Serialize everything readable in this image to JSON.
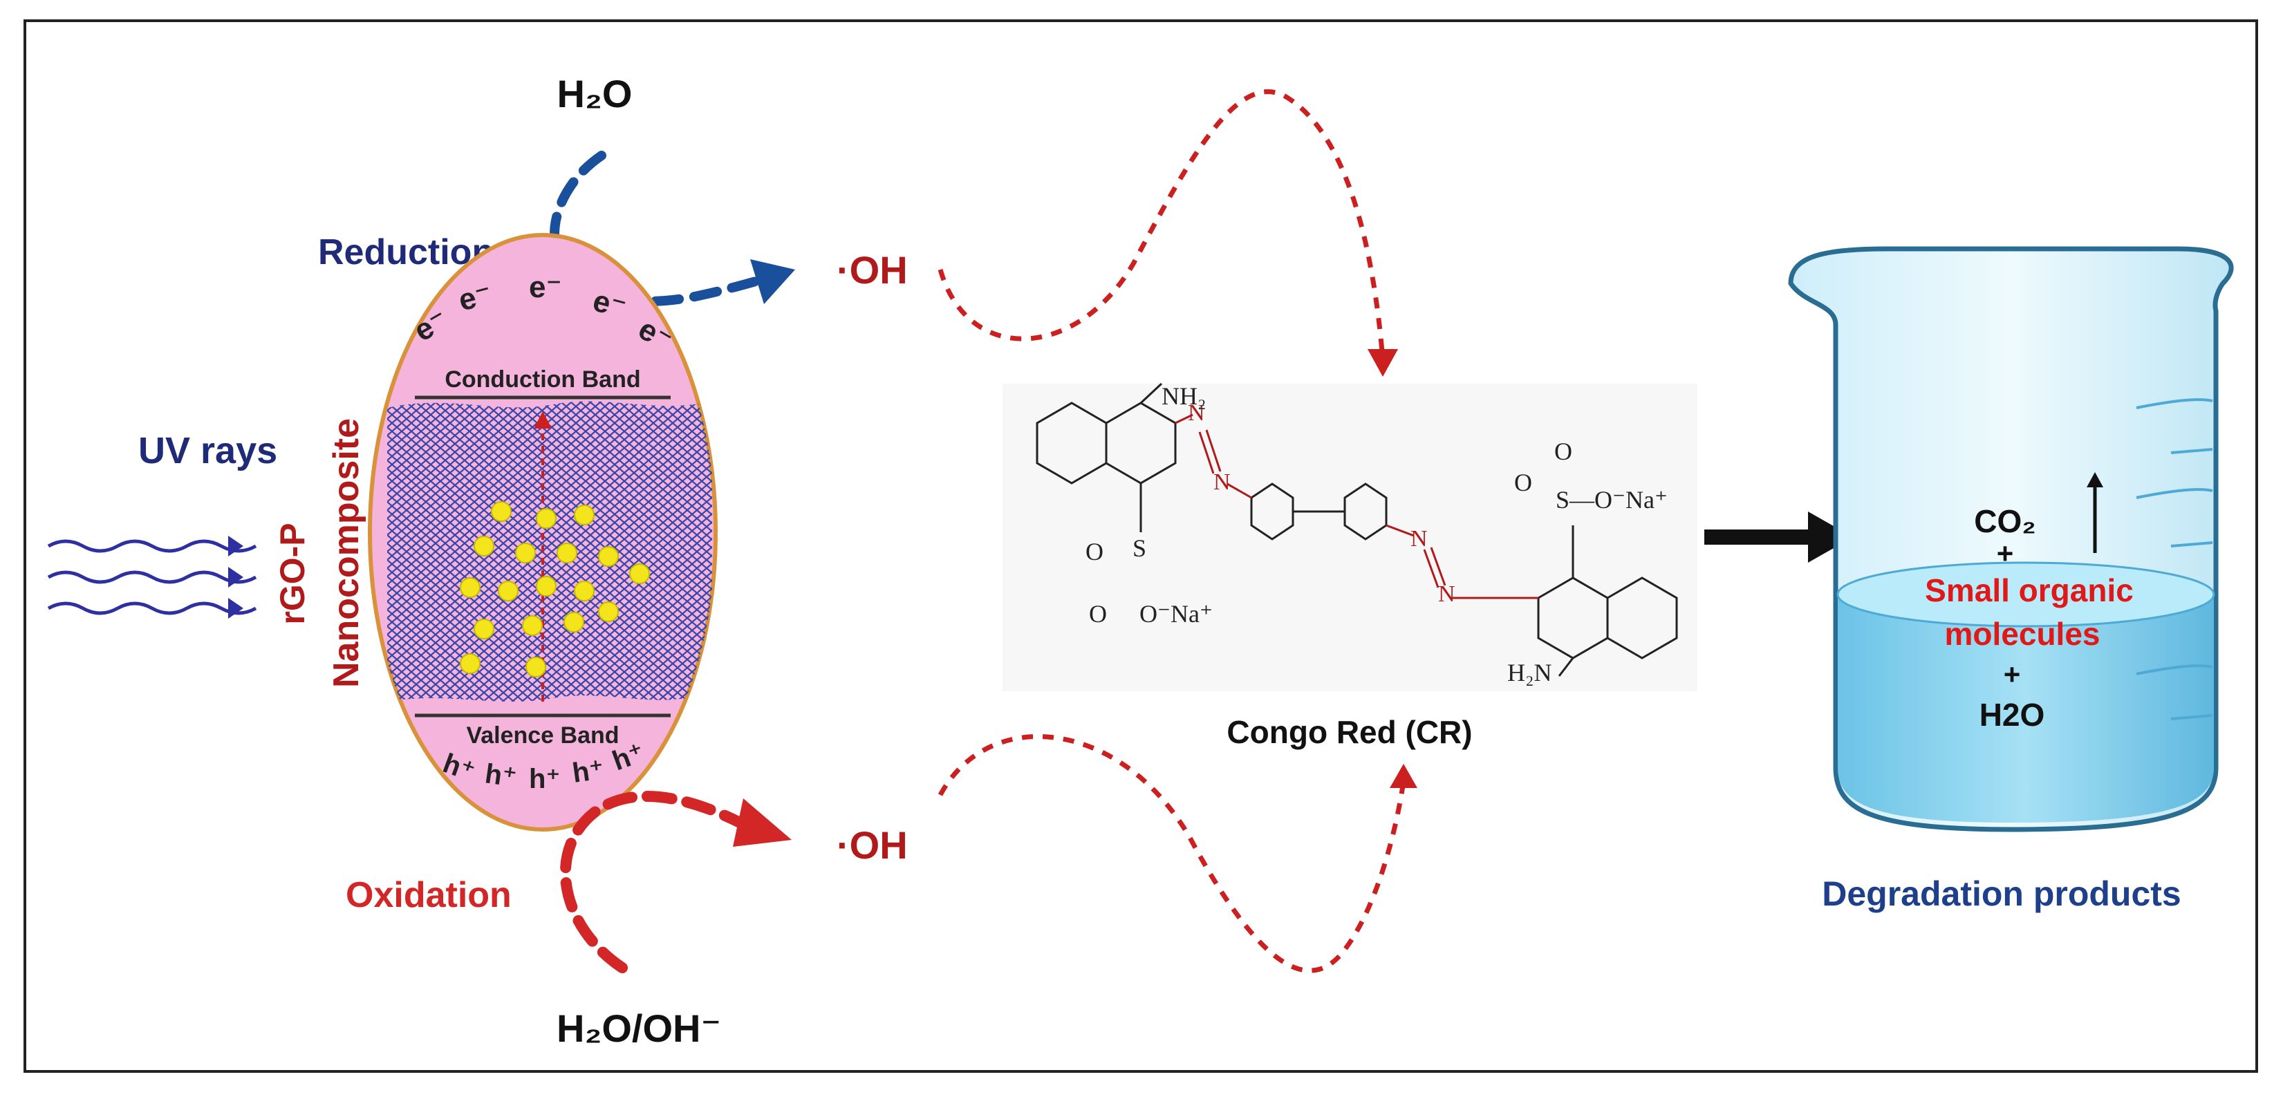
{
  "labels": {
    "h2o_top": "H₂O",
    "reduction": "Reduction",
    "oh_radical": "·OH",
    "uv_rays": "UV rays",
    "rgo_p": "rGO-P",
    "nanocomposite": "Nanocomposite",
    "conduction_band": "Conduction Band",
    "valence_band": "Valence Band",
    "electron": "e⁻",
    "hole": "h⁺",
    "oxidation": "Oxidation",
    "h2o_oh_bottom": "H₂O/OH⁻",
    "congo_red": "Congo Red (CR)",
    "degradation_products": "Degradation products"
  },
  "molecule": {
    "nh2_top": "NH₂",
    "nh2_bottom": "H₂N",
    "azo_n": "N",
    "sulfonate_right": "S—O⁻Na⁺",
    "sulfonate_left_s": "S",
    "sulfonate_left_ona": "O⁻Na⁺",
    "oxygen": "O"
  },
  "beaker": {
    "co2": "CO₂",
    "plus": "+",
    "small_organic": "Small organic",
    "molecules": "molecules",
    "h2o": "H2O"
  },
  "colors": {
    "navy": "#1f2a78",
    "red": "#cc1f1f",
    "dark_red": "#b01a1a",
    "oxidation_red": "#d32626",
    "blue_arrow": "#1a4f9c",
    "ellipse_fill": "#f4b4dc",
    "ellipse_stroke": "#d9913a",
    "lattice": "#3a46a8",
    "dots": "#f4e41c",
    "degradation_blue": "#1e3f8a",
    "liquid": "#8ad3ef"
  }
}
